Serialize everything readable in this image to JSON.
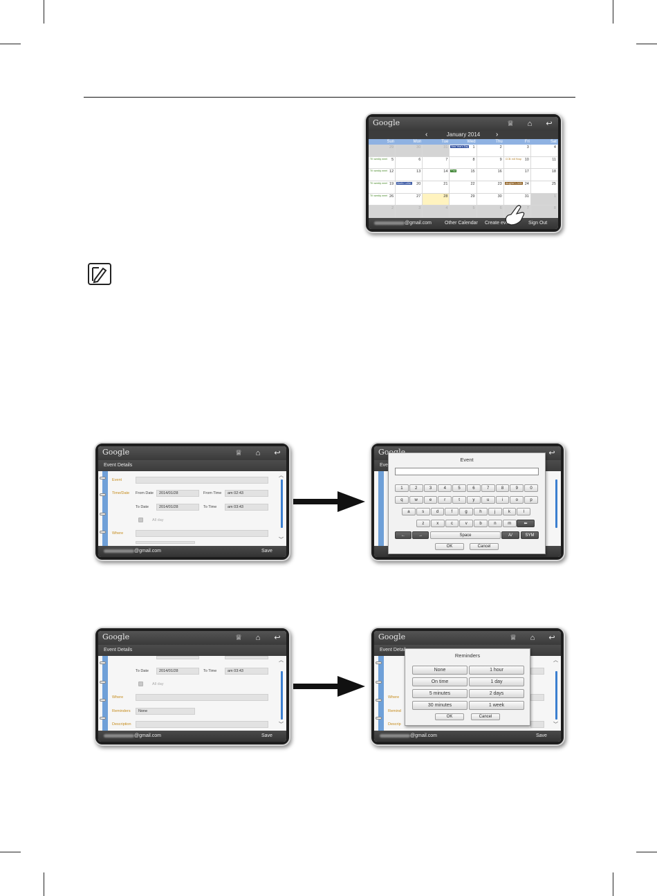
{
  "calendar_device": {
    "logo": "Google",
    "month_title": "January 2014",
    "weekdays": [
      "Sun",
      "Mon",
      "Tue",
      "Wed",
      "Thu",
      "Fri",
      "Sat"
    ],
    "days": [
      "29",
      "30",
      "31",
      "1",
      "2",
      "3",
      "4",
      "5",
      "6",
      "7",
      "8",
      "9",
      "10",
      "11",
      "12",
      "13",
      "14",
      "15",
      "16",
      "17",
      "18",
      "19",
      "20",
      "21",
      "22",
      "23",
      "24",
      "25",
      "26",
      "27",
      "28",
      "29",
      "30",
      "31",
      "1",
      "2",
      "3",
      "4",
      "5",
      "6",
      "7",
      "8"
    ],
    "events": {
      "new_years": "New Year's Day",
      "tk_weekly": "TK weekly meet",
      "ccb": "CCB: edt Hosp",
      "fast": "Fast",
      "mlk": "Martin Luther",
      "bday": "daughter's birth"
    },
    "footer": {
      "email": "@gmail.com",
      "other_calendar": "Other Calendar",
      "create_event": "Create event",
      "sign_out": "Sign Out"
    }
  },
  "event_form_1": {
    "logo": "Google",
    "header": "Event Details",
    "event_label": "Event",
    "time_date_label": "Time/Date",
    "from_date_label": "From Date",
    "from_date_value": "2014/01/28",
    "from_time_label": "From Time",
    "from_time_value": "am 02:43",
    "to_date_label": "To Date",
    "to_date_value": "2014/01/28",
    "to_time_label": "To Time",
    "to_time_value": "am 03:43",
    "all_day": "All day",
    "where_label": "Where",
    "footer_email": "@gmail.com",
    "save": "Save"
  },
  "keyboard_device": {
    "logo": "Google",
    "header_partial": "Even",
    "dialog_title": "Event",
    "row_numbers": [
      "1",
      "2",
      "3",
      "4",
      "5",
      "6",
      "7",
      "8",
      "9",
      "0"
    ],
    "row_q": [
      "q",
      "w",
      "e",
      "r",
      "t",
      "y",
      "u",
      "i",
      "o",
      "p"
    ],
    "row_a": [
      "a",
      "s",
      "d",
      "f",
      "g",
      "h",
      "j",
      "k",
      "l"
    ],
    "row_z": [
      "z",
      "x",
      "c",
      "v",
      "b",
      "n",
      "m"
    ],
    "left_arrow": "←",
    "right_arrow": "→",
    "space": "Space",
    "case_key": "A/",
    "sym_key": "SYM",
    "ok": "OK",
    "cancel": "Cancel"
  },
  "event_form_2": {
    "logo": "Google",
    "header": "Event Details",
    "to_date_label": "To Date",
    "to_date_value": "2014/01/28",
    "to_time_label": "To Time",
    "to_time_value": "am 03:43",
    "all_day": "All day",
    "where_label": "Where",
    "reminders_label": "Reminders",
    "reminders_value": "None",
    "description_label": "Description",
    "footer_email": "@gmail.com",
    "save": "Save"
  },
  "reminders_device": {
    "logo": "Google",
    "header": "Event Details",
    "dialog_title": "Reminders",
    "options_left": [
      "None",
      "On time",
      "5 minutes",
      "30 minutes"
    ],
    "options_right": [
      "1 hour",
      "1 day",
      "2 days",
      "1 week"
    ],
    "ok": "OK",
    "cancel": "Cancel",
    "where_partial": "Where",
    "reminders_partial": "Remind",
    "description_partial": "Descrip",
    "footer_email": "@gmail.com",
    "save": "Save"
  },
  "colors": {
    "accent_blue": "#6fa0d8",
    "label_orange": "#c58b1a",
    "bar_dark": "#3c3c3c"
  }
}
